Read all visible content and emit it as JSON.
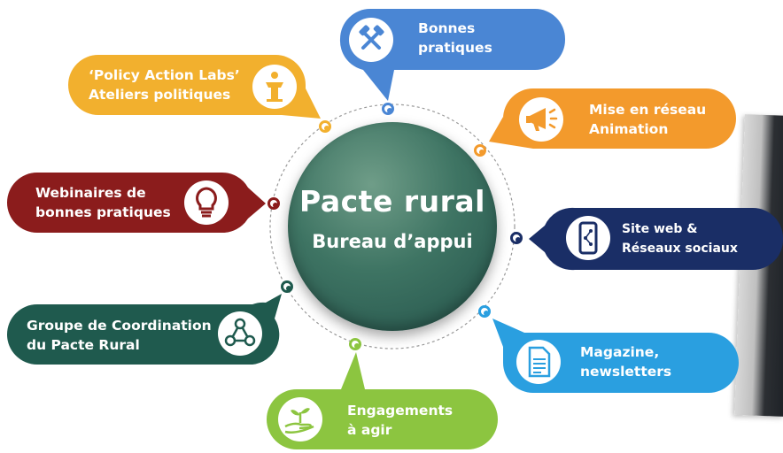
{
  "center": {
    "title": "Pacte rural",
    "subtitle": "Bureau d’appui"
  },
  "items": [
    {
      "id": "bonnes-pratiques",
      "line1": "Bonnes",
      "line2": "pratiques",
      "color": "#4a86d4",
      "icon": "tools-icon"
    },
    {
      "id": "mise-en-reseau",
      "line1": "Mise en réseau",
      "line2": "Animation",
      "color": "#f39a2c",
      "icon": "megaphone-icon"
    },
    {
      "id": "site-web",
      "line1": "Site web &",
      "line2": "Réseaux sociaux",
      "color": "#1a2e66",
      "icon": "smartphone-icon"
    },
    {
      "id": "magazine",
      "line1": "Magazine,",
      "line2": "newsletters",
      "color": "#2a9fe0",
      "icon": "document-icon"
    },
    {
      "id": "engagements",
      "line1": "Engagements",
      "line2": "à agir",
      "color": "#8cc540",
      "icon": "plant-hand-icon"
    },
    {
      "id": "groupe-coordination",
      "line1": "Groupe de Coordination",
      "line2": "du Pacte Rural",
      "color": "#1f5a4e",
      "icon": "network-people-icon"
    },
    {
      "id": "webinaires",
      "line1": "Webinaires de",
      "line2": "bonnes pratiques",
      "color": "#8b1c1c",
      "icon": "lightbulb-icon"
    },
    {
      "id": "policy-action-labs",
      "line1": "‘Policy Action Labs’",
      "line2": "Ateliers politiques",
      "color": "#f2b02e",
      "icon": "podium-icon"
    }
  ]
}
